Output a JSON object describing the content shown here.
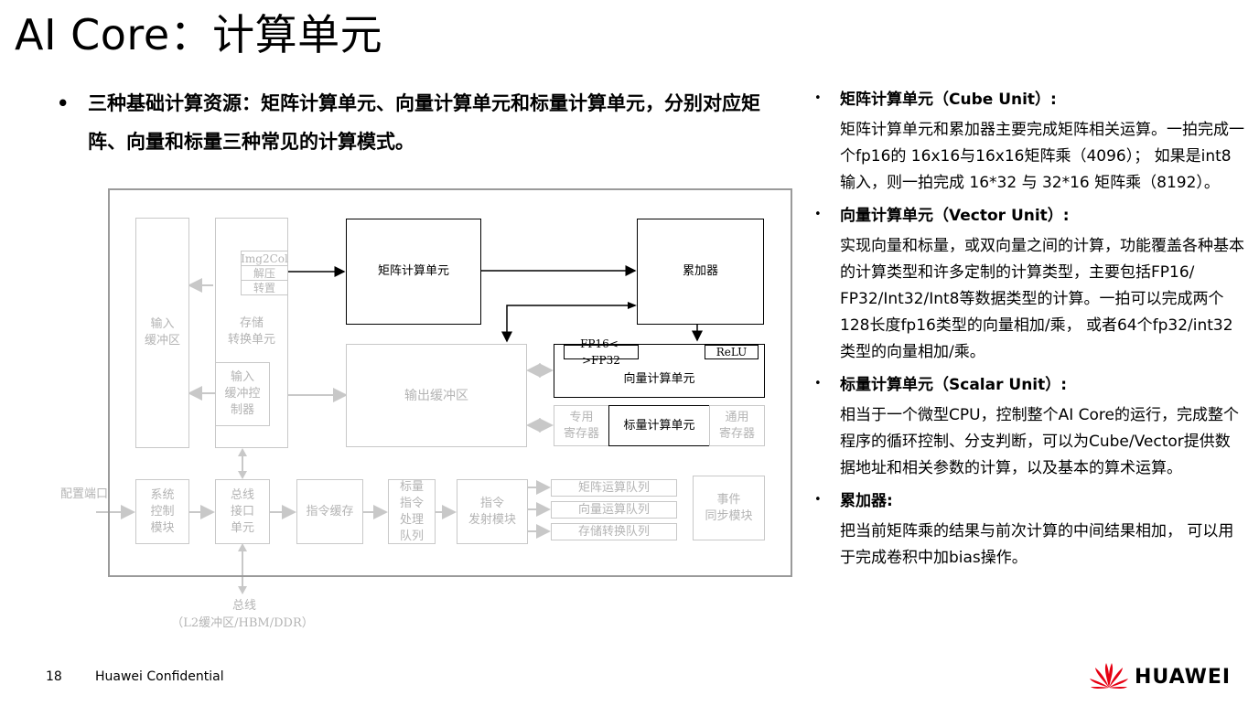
{
  "title": "AI Core：计算单元",
  "lead": {
    "bullet": "•",
    "text": "三种基础计算资源：矩阵计算单元、向量计算单元和标量计算单元，分别对应矩阵、向量和标量三种常见的计算模式。"
  },
  "diagram": {
    "input_buffer": "输入\n缓冲区",
    "storage_conv": "存储\n转换单元",
    "img2col": "Img2Col",
    "decompress": "解压",
    "transpose": "转置",
    "input_buf_ctrl": "输入\n缓冲控\n制器",
    "matrix_unit": "矩阵计算单元",
    "accumulator": "累加器",
    "output_buffer": "输出缓冲区",
    "fp16_conv": "FP16<->FP32",
    "relu": "ReLU",
    "vector_unit": "向量计算单元",
    "special_reg": "专用\n寄存器",
    "scalar_unit": "标量计算单元",
    "general_reg": "通用\n寄存器",
    "config_port": "配置端口",
    "sys_ctrl": "系统\n控制\n模块",
    "bus_iface": "总线\n接口\n单元",
    "instr_cache": "指令缓存",
    "scalar_queue": "标量\n指令\n处理\n队列",
    "instr_issue": "指令\n发射模块",
    "matrix_queue": "矩阵运算队列",
    "vector_queue": "向量运算队列",
    "storage_queue": "存储转换队列",
    "event_sync": "事件\n同步模块",
    "bus": "总线",
    "bus_sub": "（L2缓冲区/HBM/DDR）"
  },
  "sections": [
    {
      "heading": "矩阵计算单元（Cube Unit）:",
      "body": "矩阵计算单元和累加器主要完成矩阵相关运算。一拍完成一个fp16的 16x16与16x16矩阵乘（4096）；  如果是int8输入，则一拍完成 16*32 与 32*16 矩阵乘（8192）。"
    },
    {
      "heading": "向量计算单元（Vector Unit）:",
      "body": "实现向量和标量，或双向量之间的计算，功能覆盖各种基本的计算类型和许多定制的计算类型，主要包括FP16/ FP32/Int32/Int8等数据类型的计算。一拍可以完成两个128长度fp16类型的向量相加/乘，  或者64个fp32/int32类型的向量相加/乘。"
    },
    {
      "heading": "标量计算单元（Scalar Unit）:",
      "body": "相当于一个微型CPU，控制整个AI Core的运行，完成整个程序的循环控制、分支判断，可以为Cube/Vector提供数据地址和相关参数的计算，以及基本的算术运算。"
    },
    {
      "heading": "累加器:",
      "body": "把当前矩阵乘的结果与前次计算的中间结果相加，  可以用于完成卷积中加bias操作。"
    }
  ],
  "footer": {
    "page": "18",
    "confidential": "Huawei Confidential",
    "brand": "HUAWEI"
  },
  "colors": {
    "brand_red": "#e60012",
    "gray_line": "#c8c8c8"
  }
}
